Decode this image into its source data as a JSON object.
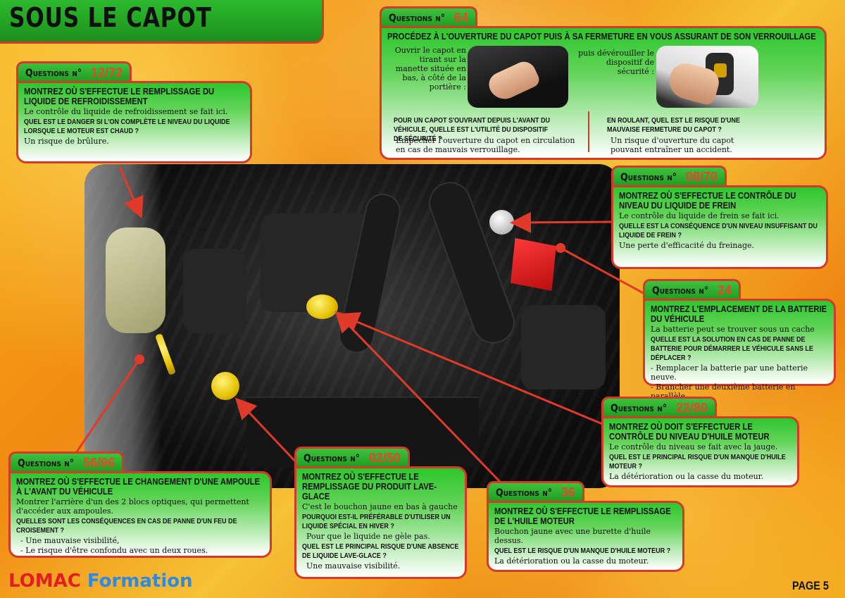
{
  "page_title": "SOUS LE CAPOT",
  "question_label": "Questions n°",
  "q_coolant": {
    "num": "12/72",
    "heading": "Montrez où s'effectue le remplissage du liquide de refroidissement",
    "answer1": "Le contrôle du liquide de refroidissement se fait ici.",
    "sub": "Quel est le danger si l'on complète le niveau du liquide lorsque le moteur est chaud ?",
    "answer2": "Un risque de brûlure."
  },
  "q_hood": {
    "num": "64",
    "heading": "Procédez à l'ouverture du capot puis à sa fermeture en vous assurant de son verrouillage",
    "caption1": "Ouvrir le capot en tirant sur la manette située en bas, à côté de la portière :",
    "caption2": "puis dévérouiller le dispositif de sécurité :",
    "sub1": "Pour un capot s'ouvrant depuis l'avant du véhicule, quelle est l'utilité du dispositif de sécurité ?",
    "answer1": "Empêcher l'ouverture du capot en circulation en cas de mauvais verrouillage.",
    "sub2": "En roulant, quel est le risque d'une mauvaise fermeture du capot ?",
    "answer2": "Un risque d'ouverture du capot pouvant entraîner un accident."
  },
  "q_brake": {
    "num": "08/70",
    "heading": "Montrez où s'effectue le contrôle du niveau du liquide de frein",
    "answer1": "Le contrôle du liquide de frein se fait ici.",
    "sub": "Quelle est la conséquence d'un niveau insuffisant du liquide de frein ?",
    "answer2": "Une perte d'efficacité du freinage."
  },
  "q_battery": {
    "num": "24",
    "heading": "Montrez l'emplacement de la batterie du véhicule",
    "answer1": "La batterie peut se trouver sous un cache",
    "sub": "Quelle est la solution en cas de panne de batterie pour démarrer le véhicule sans le déplacer ?",
    "answer2": "- Remplacer la batterie par une batterie neuve.",
    "answer3": "- Brancher une deuxième batterie en parallèle"
  },
  "q_oil_level": {
    "num": "22/80",
    "heading": "Montrez où doit s'effectuer le contrôle du niveau d'huile moteur",
    "answer1": "Le contrôle du niveau se fait avec la jauge.",
    "sub": "Quel est le principal risque d'un manque d'huile moteur ?",
    "answer2": "La détérioration ou la casse du moteur."
  },
  "q_oil_fill": {
    "num": "36",
    "heading": "Montrez où s'effectue le remplissage de l'huile moteur",
    "answer1": "Bouchon jaune avec une burette d'huile dessus.",
    "sub": "Quel est le risque d'un manque d'huile moteur ?",
    "answer2": "La détérioration ou la casse du moteur."
  },
  "q_washer": {
    "num": "02/50",
    "heading": "Montrez où s'effectue le remplissage du produit lave-glace",
    "answer1": "C'est le bouchon jaune en bas à gauche",
    "sub1": "Pourquoi est-il préférable d'utiliser un liquide spécial en hiver ?",
    "answer2": "Pour que le liquide ne gèle pas.",
    "sub2": "Quel est le principal risque d'une absence de liquide lave-glace ?",
    "answer3": "Une mauvaise visibilité."
  },
  "q_bulb": {
    "num": "56/96",
    "heading": "Montrez où s'effectue le changement d'une ampoule à l'avant du véhicule",
    "answer1": "Montrer l'arrière d'un des 2 blocs optiques, qui permettent d'accéder aux ampoules.",
    "sub": "Quelles sont les conséquences en cas de panne d'un feu de croisement ?",
    "answer2": "- Une mauvaise visibilité,",
    "answer3": "- Le risque d'être confondu avec un deux roues."
  },
  "brand": {
    "part1": "LOMAC",
    "part2": "Formation"
  },
  "page_number": "PAGE 5"
}
